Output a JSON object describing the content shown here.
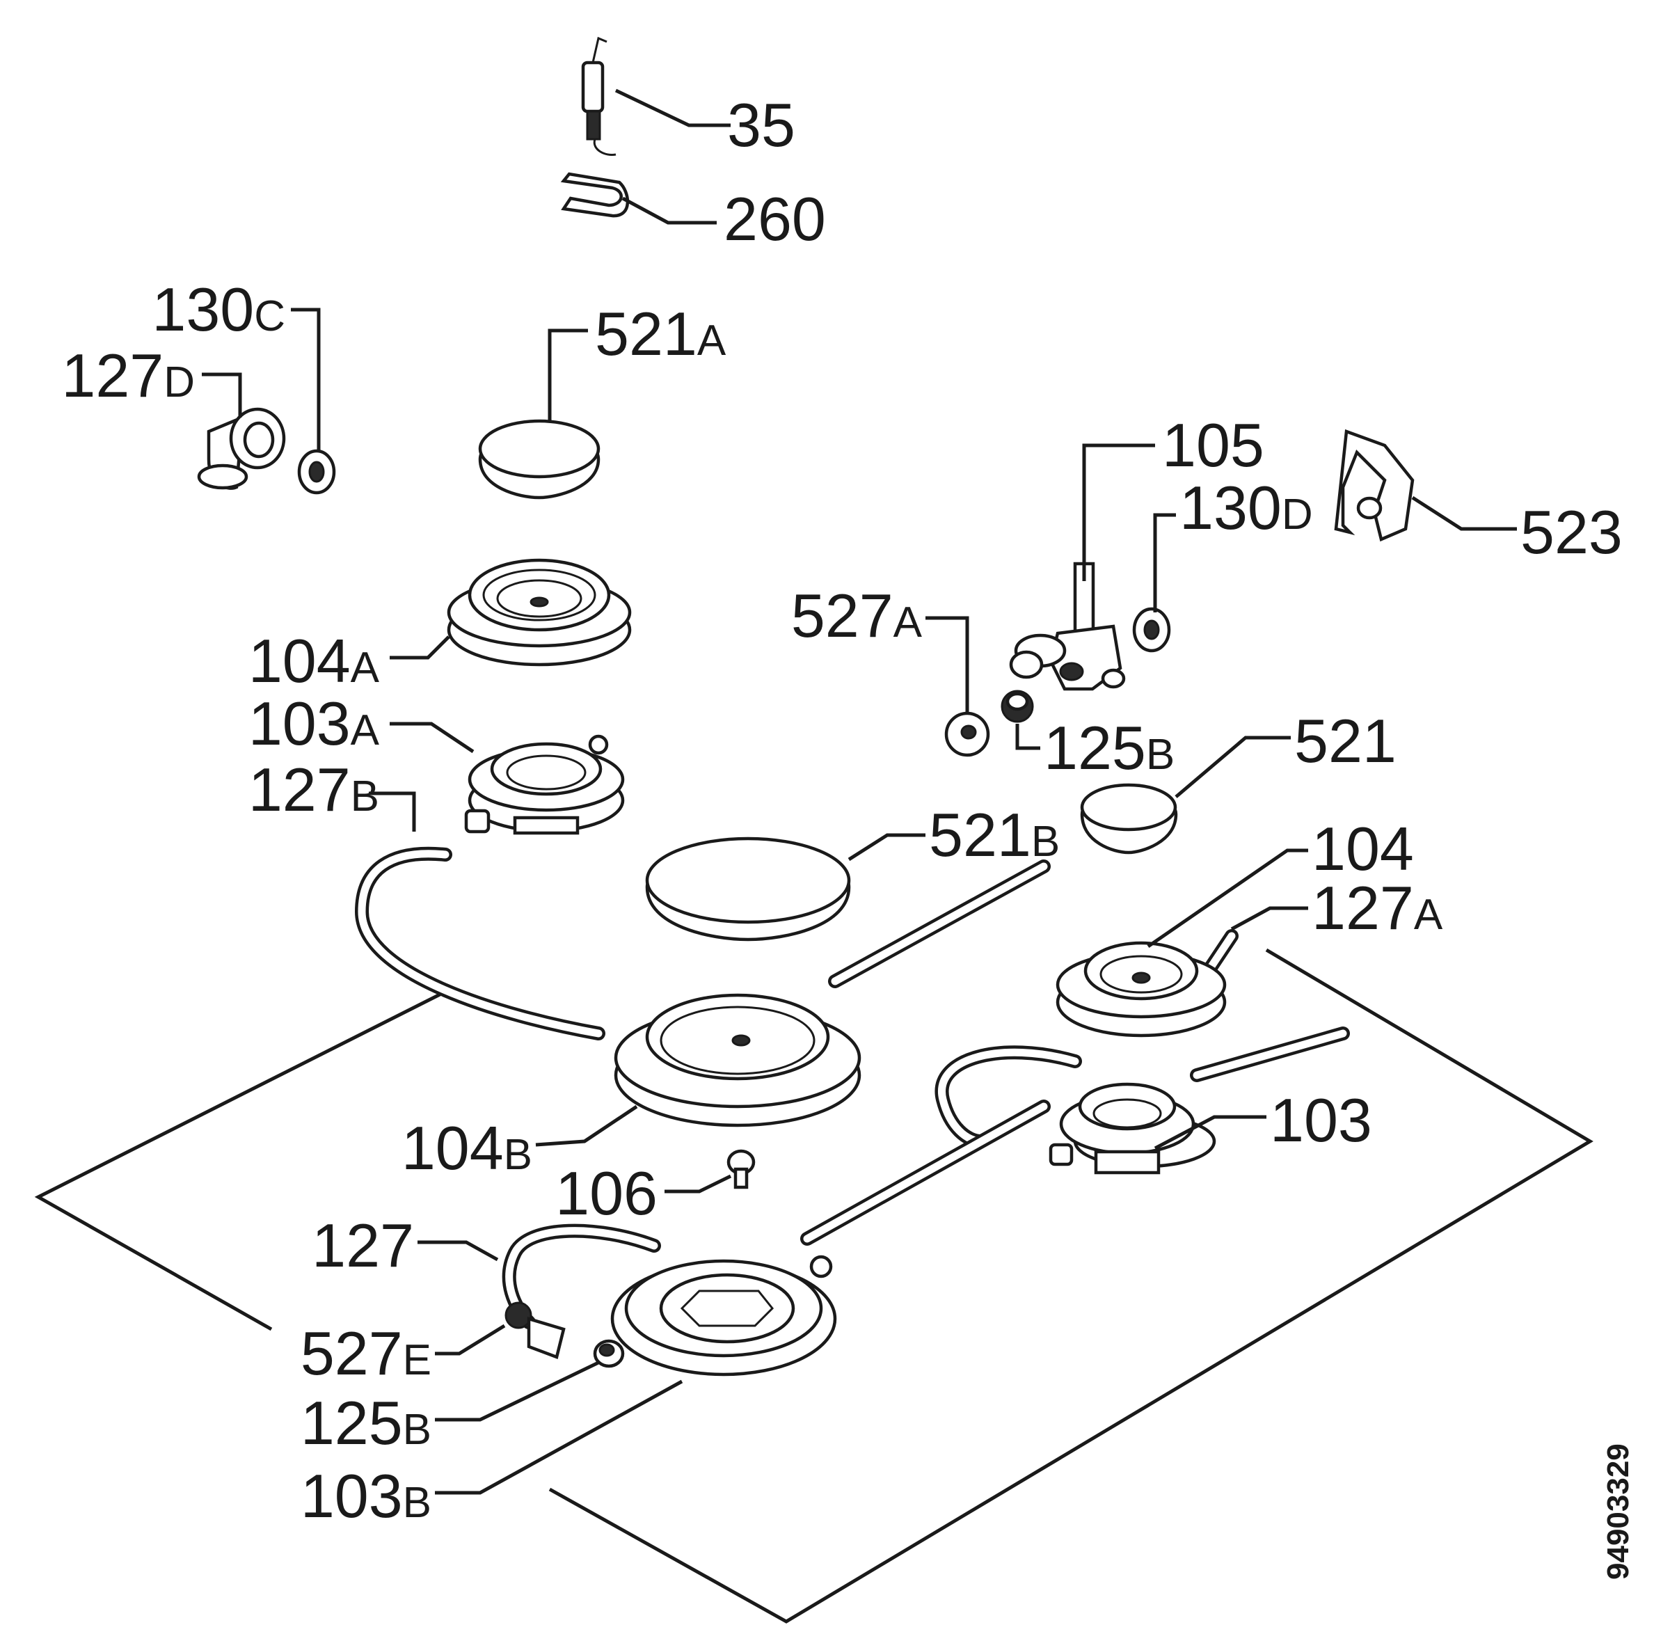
{
  "document_code": "94903329",
  "callouts": [
    {
      "num": "35",
      "suffix": ""
    },
    {
      "num": "260",
      "suffix": ""
    },
    {
      "num": "130",
      "suffix": "C"
    },
    {
      "num": "127",
      "suffix": "D"
    },
    {
      "num": "521",
      "suffix": "A"
    },
    {
      "num": "105",
      "suffix": ""
    },
    {
      "num": "130",
      "suffix": "D"
    },
    {
      "num": "523",
      "suffix": ""
    },
    {
      "num": "527",
      "suffix": "A"
    },
    {
      "num": "104",
      "suffix": "A"
    },
    {
      "num": "103",
      "suffix": "A"
    },
    {
      "num": "125",
      "suffix": "B"
    },
    {
      "num": "521",
      "suffix": ""
    },
    {
      "num": "127",
      "suffix": "B"
    },
    {
      "num": "521",
      "suffix": "B"
    },
    {
      "num": "104",
      "suffix": ""
    },
    {
      "num": "127",
      "suffix": "A"
    },
    {
      "num": "103",
      "suffix": ""
    },
    {
      "num": "104",
      "suffix": "B"
    },
    {
      "num": "106",
      "suffix": ""
    },
    {
      "num": "127",
      "suffix": ""
    },
    {
      "num": "527",
      "suffix": "E"
    },
    {
      "num": "125",
      "suffix": "B"
    },
    {
      "num": "103",
      "suffix": "B"
    }
  ]
}
